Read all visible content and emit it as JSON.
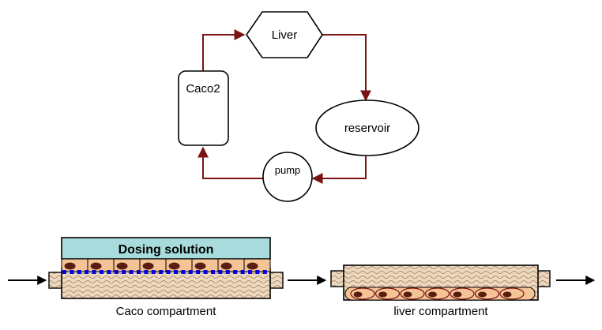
{
  "circuit": {
    "liver_label": "Liver",
    "caco2_label": "Caco2",
    "reservoir_label": "reservoir",
    "pump_label": "pump",
    "flow_color": "#7a1414"
  },
  "compartments": {
    "dosing_label": "Dosing solution",
    "caco_caption": "Caco compartment",
    "liver_caption": "liver compartment",
    "dosing_fill": "#a8dcdc",
    "cell_fill": "#f4c496",
    "membrane_color": "#0000e0",
    "matrix_fill": "#ebd8bd",
    "nucleus_color": "#5a1e10"
  }
}
